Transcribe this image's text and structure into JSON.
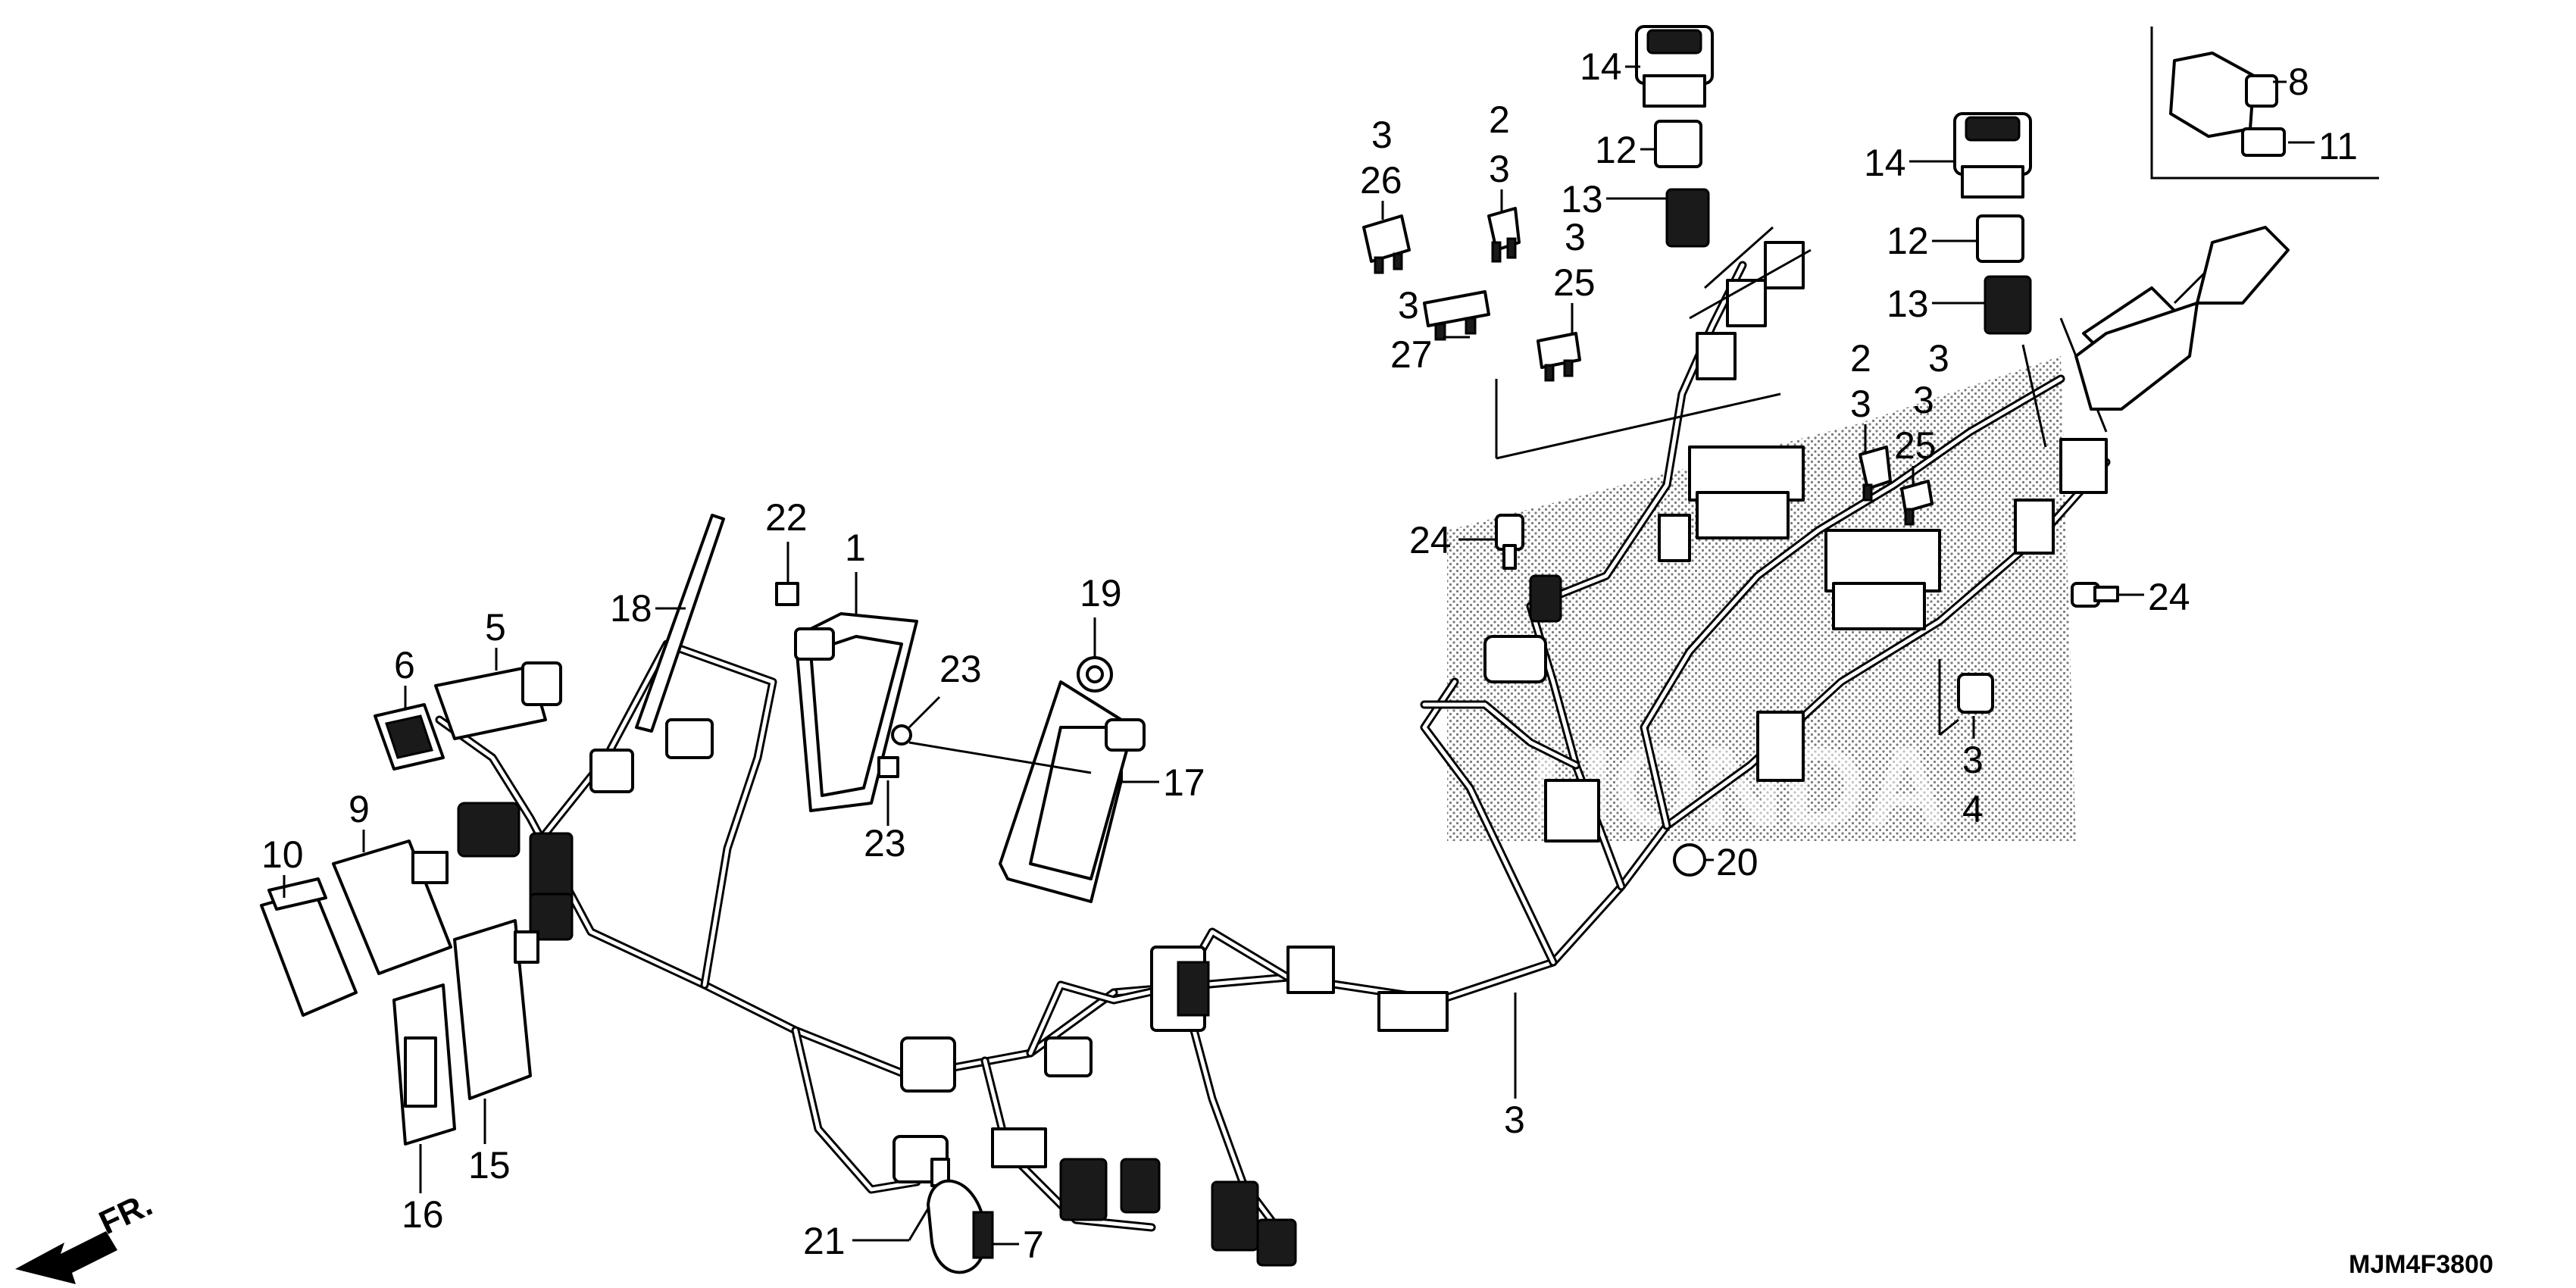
{
  "callouts": {
    "c1": "1",
    "c2a": "2",
    "c2b": "2",
    "c3a": "3",
    "c3b": "3",
    "c3c": "3",
    "c3d": "3",
    "c3e": "3",
    "c3f": "3",
    "c3g": "3",
    "c3h": "3",
    "c3i": "3",
    "c4": "4",
    "c5": "5",
    "c6": "6",
    "c7": "7",
    "c8": "8",
    "c9": "9",
    "c10": "10",
    "c11": "11",
    "c12a": "12",
    "c12b": "12",
    "c13a": "13",
    "c13b": "13",
    "c14a": "14",
    "c14b": "14",
    "c15": "15",
    "c16": "16",
    "c17": "17",
    "c18": "18",
    "c19": "19",
    "c20": "20",
    "c21": "21",
    "c22": "22",
    "c23a": "23",
    "c23b": "23",
    "c24a": "24",
    "c24b": "24",
    "c25a": "25",
    "c25b": "25",
    "c26": "26",
    "c27": "27"
  },
  "direction_label": "FR.",
  "diagram_code": "MJM4F3800",
  "watermark": "HONDA"
}
